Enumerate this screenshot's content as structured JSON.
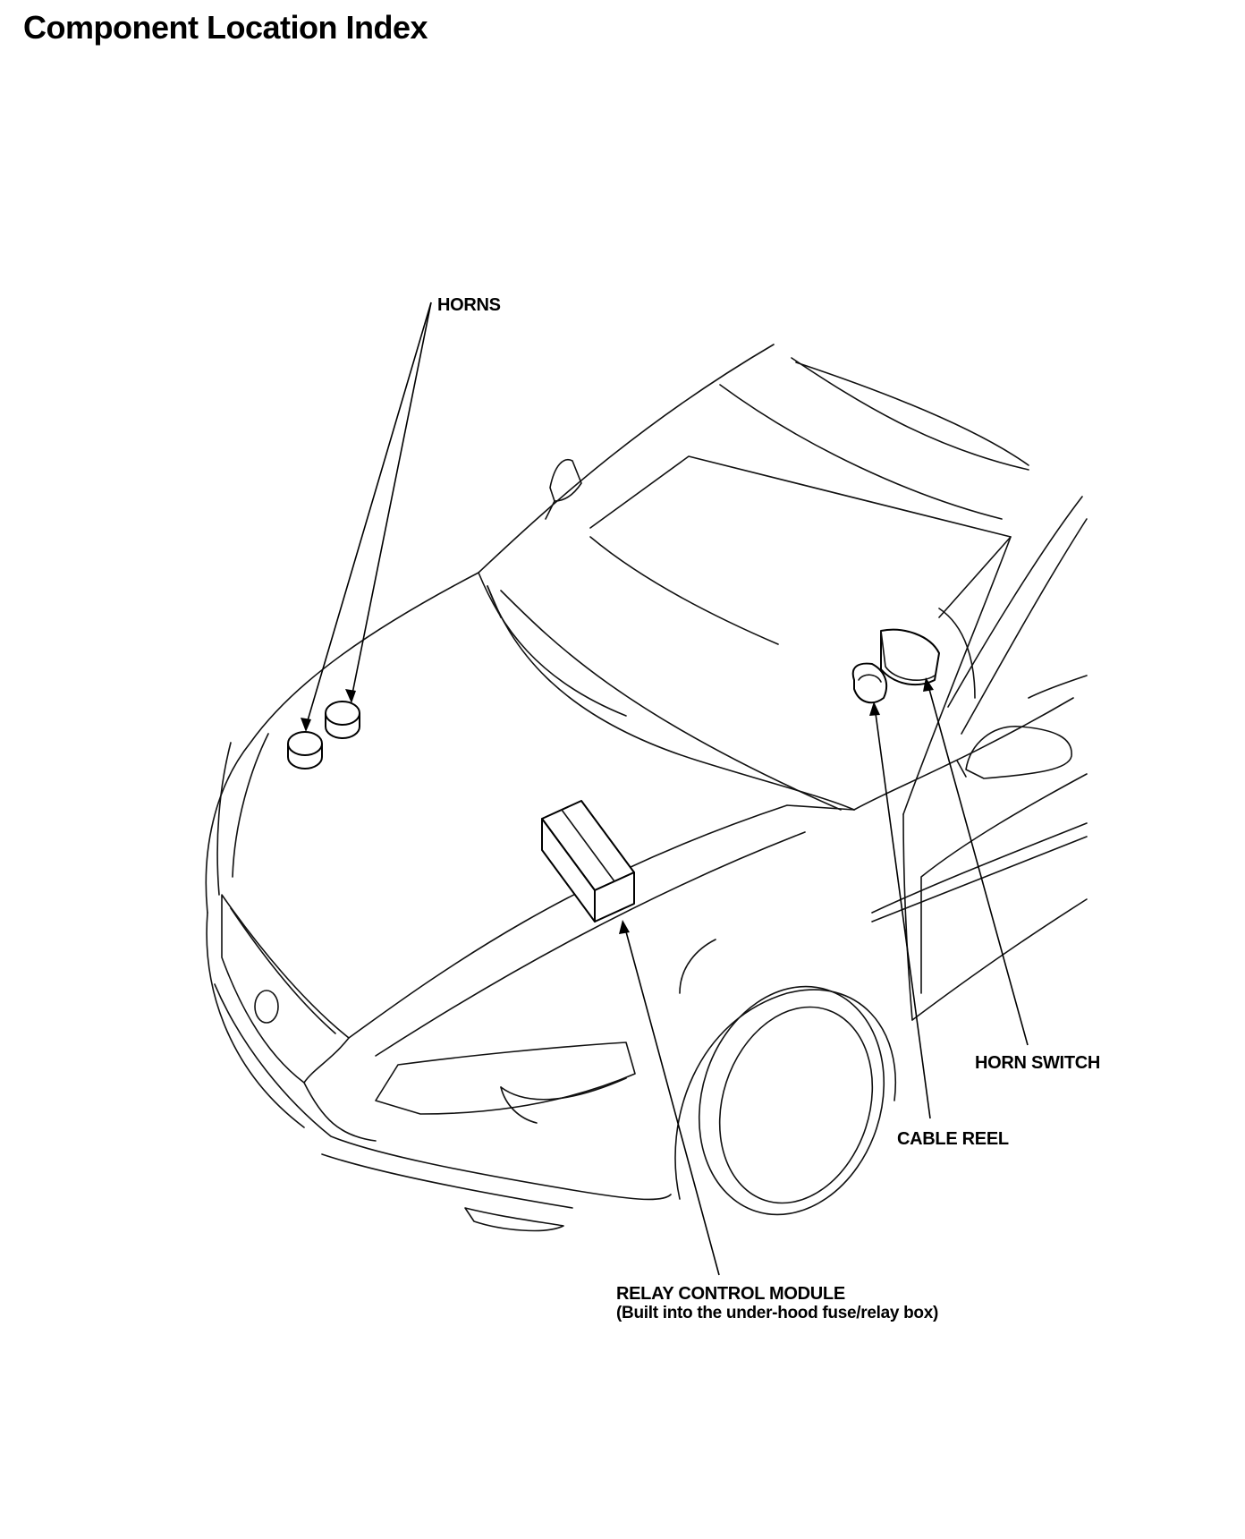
{
  "page": {
    "title": "Component Location Index"
  },
  "callouts": {
    "horns": "HORNS",
    "horn_switch": "HORN SWITCH",
    "cable_reel": "CABLE REEL",
    "relay_control_module": "RELAY CONTROL MODULE",
    "relay_control_module_note": "(Built into the under-hood fuse/relay box)"
  },
  "colors": {
    "line": "#000000",
    "background": "#ffffff"
  }
}
